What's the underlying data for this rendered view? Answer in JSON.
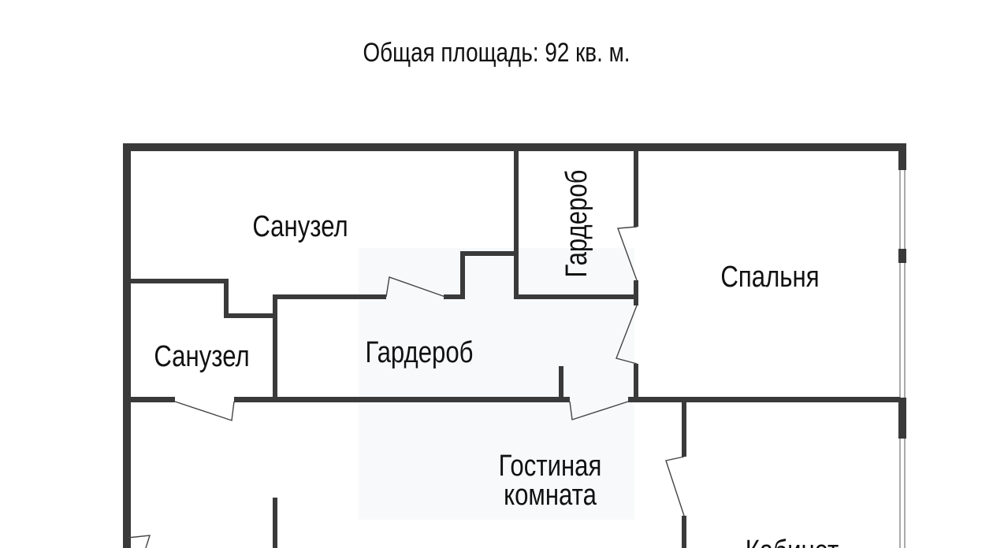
{
  "title": "Общая площадь: 92 кв. м.",
  "rooms": {
    "bathroom_1": "Санузел",
    "bathroom_2": "Санузел",
    "wardrobe_1": "Гардероб",
    "wardrobe_2": "Гардероб",
    "bedroom": "Спальня",
    "living_room_line1": "Гостиная",
    "living_room_line2": "комната",
    "study": "Кабинет"
  }
}
